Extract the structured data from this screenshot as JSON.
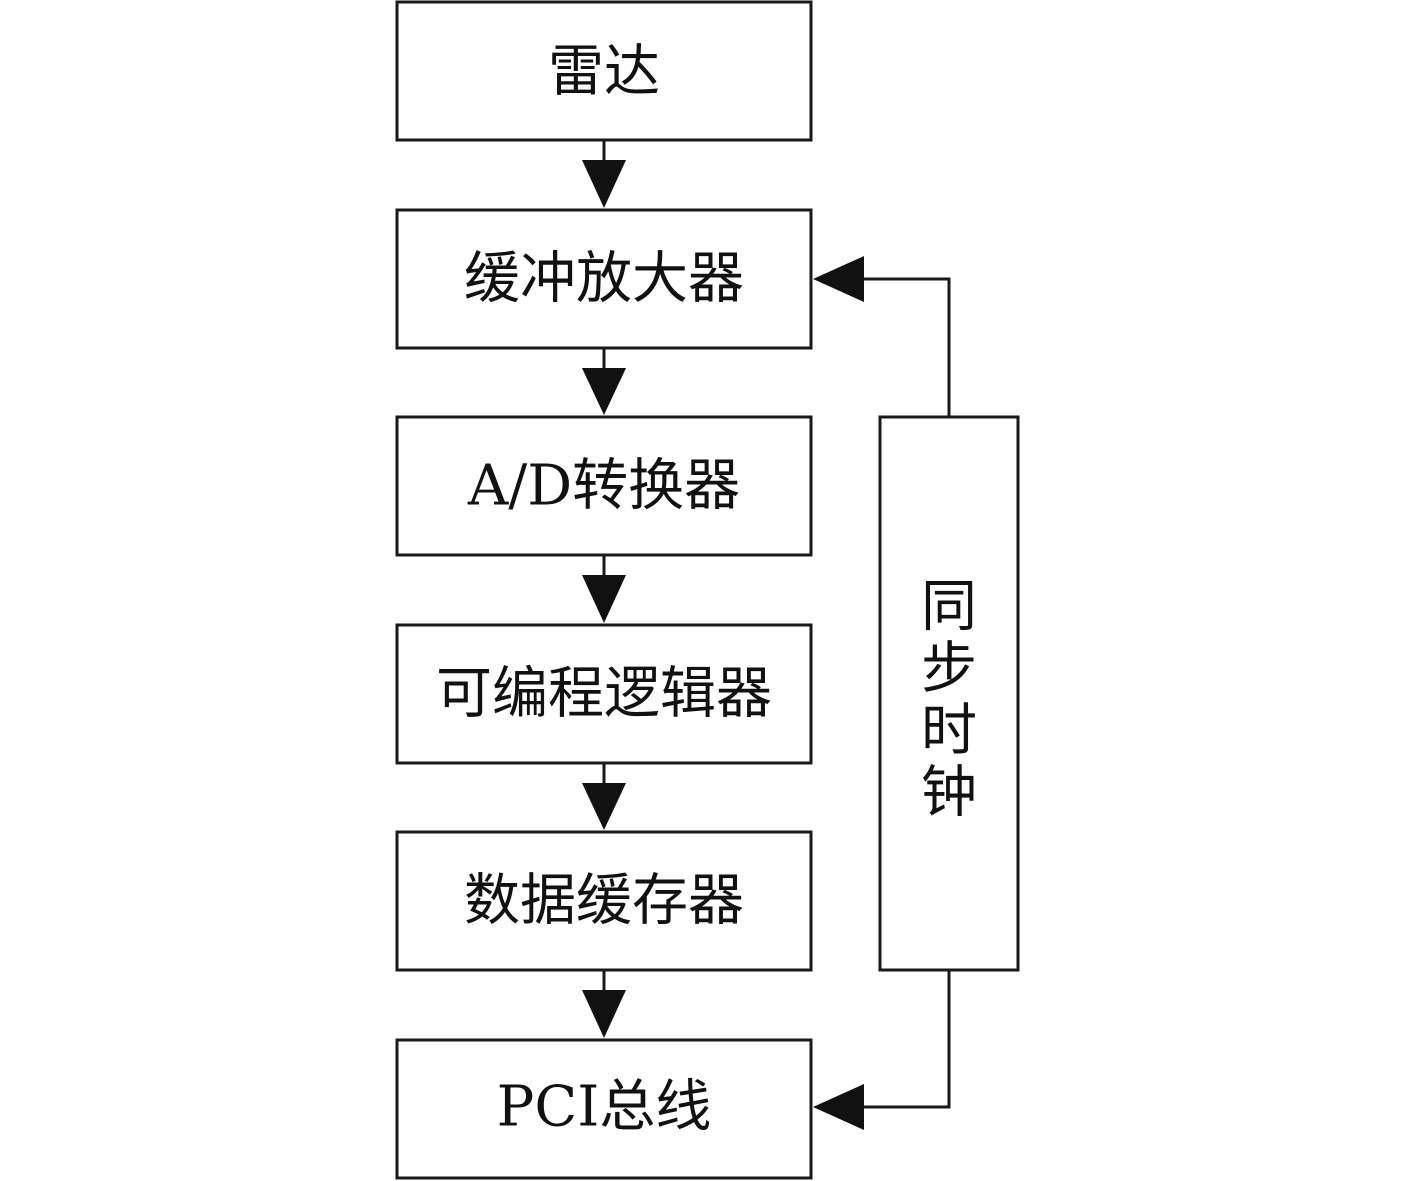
{
  "diagram": {
    "chain": [
      {
        "id": "radar",
        "label": "雷达"
      },
      {
        "id": "buffer-amp",
        "label": "缓冲放大器"
      },
      {
        "id": "ad-converter",
        "label": "A/D转换器"
      },
      {
        "id": "pld",
        "label": "可编程逻辑器"
      },
      {
        "id": "data-buffer",
        "label": "数据缓存器"
      },
      {
        "id": "pci-bus",
        "label": "PCI总线"
      }
    ],
    "side": {
      "id": "sync-clock",
      "chars": [
        "同",
        "步",
        "时",
        "钟"
      ]
    }
  },
  "colors": {
    "stroke": "#1a1a1a",
    "fill": "#ffffff",
    "text": "#111111"
  }
}
